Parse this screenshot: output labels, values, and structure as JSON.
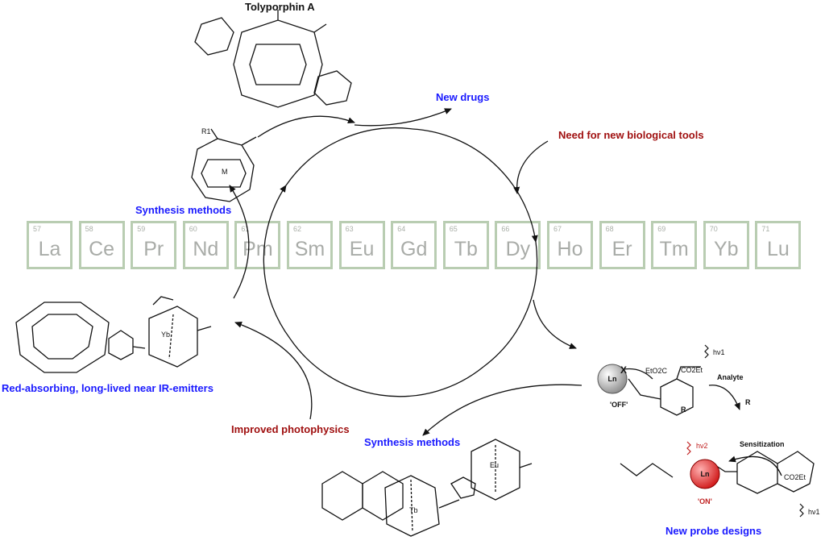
{
  "labels": {
    "tolyporphin": "Tolyporphin A",
    "new_drugs": "New drugs",
    "need_tools": "Need for new biological tools",
    "synthesis_top": "Synthesis methods",
    "red_absorbing": "Red-absorbing, long-lived near IR-emitters",
    "improved_photophysics": "Improved photophysics",
    "synthesis_bottom": "Synthesis methods",
    "new_probe": "New probe designs",
    "off": "'OFF'",
    "on": "'ON'",
    "analyte": "Analyte",
    "sensitization": "Sensitization",
    "ln_top": "Ln",
    "ln_bottom": "Ln",
    "hv1_top": "hν1",
    "hv1_bottom": "hν1",
    "hv2": "hν2",
    "ester_top": "EtO2C",
    "ester_top2": "CO2Et",
    "ester_bottom": "CO2Et",
    "x_mark": "X",
    "r_mark": "R",
    "r_mark2": "R",
    "yb": "Yb",
    "tb": "Tb",
    "eu": "Eu",
    "m": "M",
    "r1": "R1"
  },
  "elements": [
    {
      "num": "57",
      "sym": "La"
    },
    {
      "num": "58",
      "sym": "Ce"
    },
    {
      "num": "59",
      "sym": "Pr"
    },
    {
      "num": "60",
      "sym": "Nd"
    },
    {
      "num": "61",
      "sym": "Pm"
    },
    {
      "num": "62",
      "sym": "Sm"
    },
    {
      "num": "63",
      "sym": "Eu"
    },
    {
      "num": "64",
      "sym": "Gd"
    },
    {
      "num": "65",
      "sym": "Tb"
    },
    {
      "num": "66",
      "sym": "Dy"
    },
    {
      "num": "67",
      "sym": "Ho"
    },
    {
      "num": "68",
      "sym": "Er"
    },
    {
      "num": "69",
      "sym": "Tm"
    },
    {
      "num": "70",
      "sym": "Yb"
    },
    {
      "num": "71",
      "sym": "Lu"
    }
  ],
  "colors": {
    "label_blue": "#1a1aff",
    "label_red": "#a01010",
    "cell_border": "#b9cdb2",
    "cell_text": "#a9aca8",
    "ln_on": "#e02020",
    "ln_off": "#9a9a9a"
  }
}
